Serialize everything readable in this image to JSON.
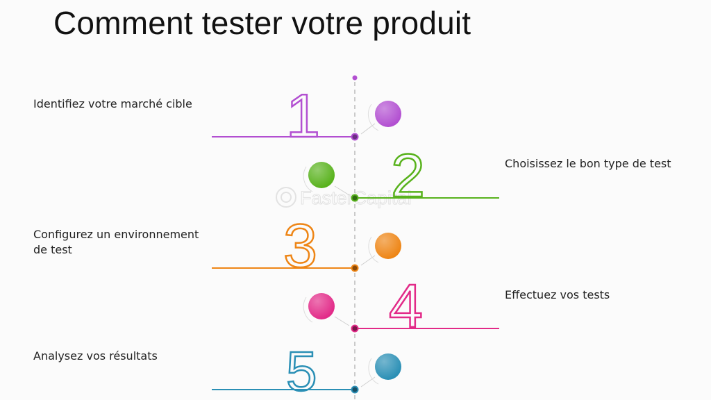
{
  "title": "Comment tester votre produit",
  "watermark": "FasterCapital",
  "steps": [
    {
      "number": "1",
      "label": "Identifiez votre marché cible",
      "color": "#b24fd1",
      "side": "left"
    },
    {
      "number": "2",
      "label": "Choisissez le bon type de test",
      "color": "#58b21c",
      "side": "right"
    },
    {
      "number": "3",
      "label": "Configurez un environnement de test",
      "color": "#ee8515",
      "side": "left"
    },
    {
      "number": "4",
      "label": "Effectuez vos tests",
      "color": "#e22a88",
      "side": "right"
    },
    {
      "number": "5",
      "label": "Analysez vos résultats",
      "color": "#2a8fb5",
      "side": "left"
    }
  ]
}
